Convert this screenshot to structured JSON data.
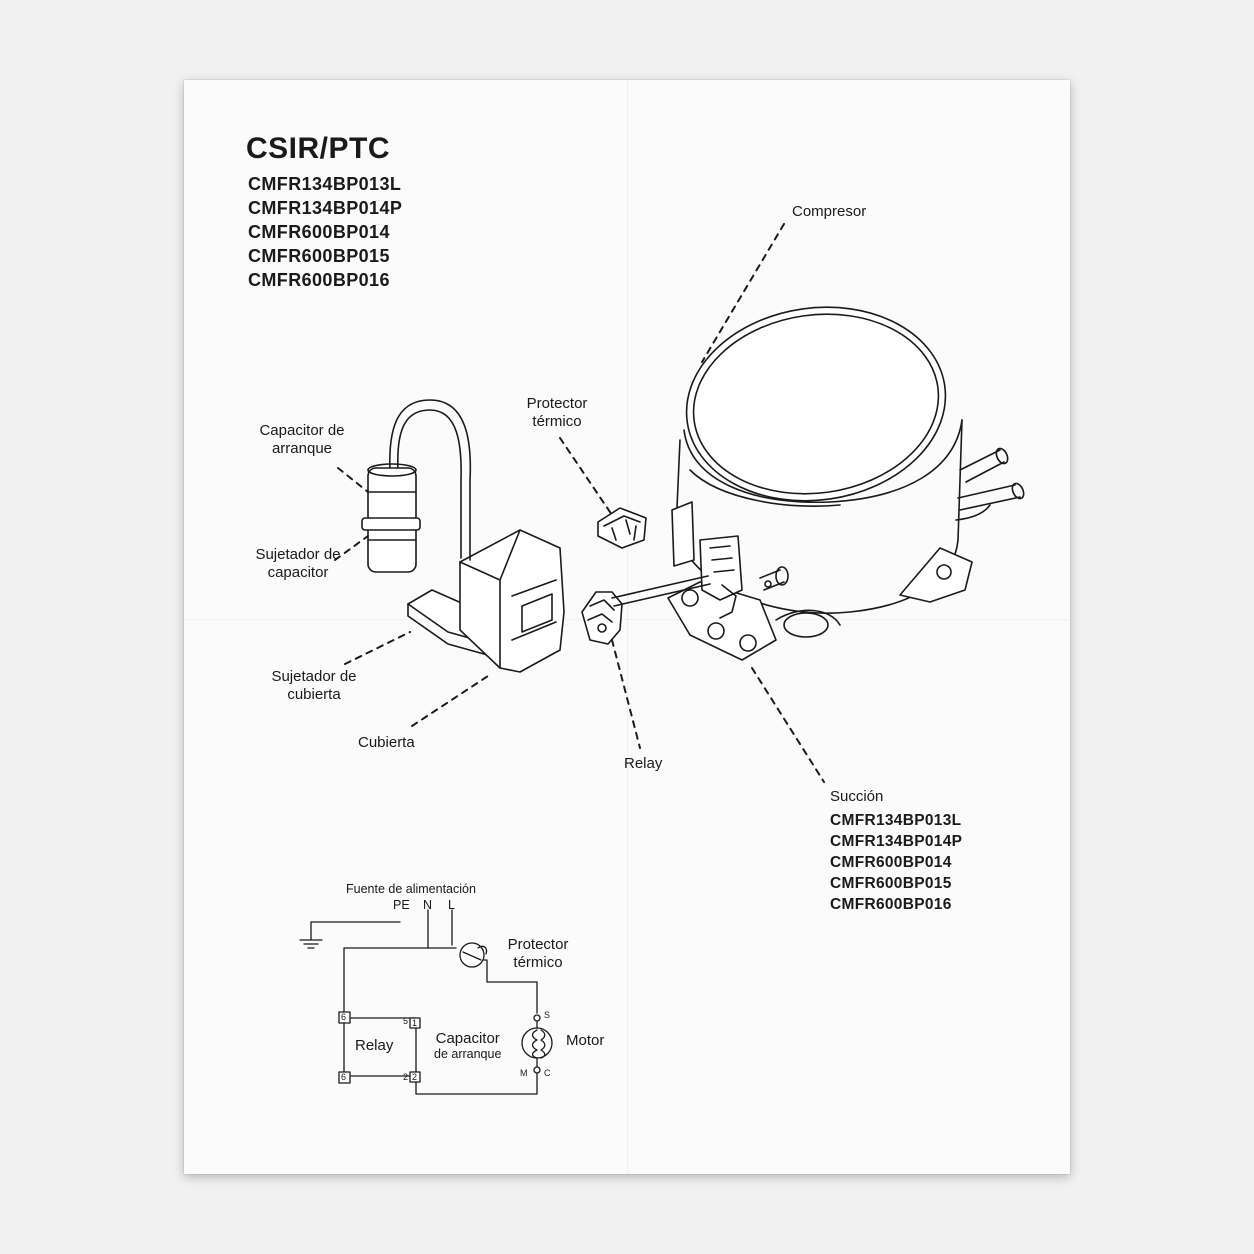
{
  "header": {
    "title": "CSIR/PTC",
    "models": [
      "CMFR134BP013L",
      "CMFR134BP014P",
      "CMFR600BP014",
      "CMFR600BP015",
      "CMFR600BP016"
    ]
  },
  "callouts": {
    "compresor": "Compresor",
    "protector_line1": "Protector",
    "protector_line2": "térmico",
    "capacitor_line1": "Capacitor de",
    "capacitor_line2": "arranque",
    "sujetador_cap_line1": "Sujetador de",
    "sujetador_cap_line2": "capacitor",
    "sujetador_cub_line1": "Sujetador de",
    "sujetador_cub_line2": "cubierta",
    "cubierta": "Cubierta",
    "relay": "Relay"
  },
  "succion": {
    "title": "Succión",
    "models": [
      "CMFR134BP013L",
      "CMFR134BP014P",
      "CMFR600BP014",
      "CMFR600BP015",
      "CMFR600BP016"
    ]
  },
  "schematic": {
    "power_label": "Fuente de alimentación",
    "pe": "PE",
    "n": "N",
    "l": "L",
    "protector_line1": "Protector",
    "protector_line2": "térmico",
    "relay": "Relay",
    "capacitor_line1": "Capacitor",
    "capacitor_line2": "de arranque",
    "motor": "Motor",
    "pin_s": "S",
    "pin_m": "M",
    "pin_c": "C",
    "term_6a": "6",
    "term_6b": "6",
    "term_5": "5",
    "term_1": "1",
    "term_2a": "2",
    "term_2b": "2"
  }
}
